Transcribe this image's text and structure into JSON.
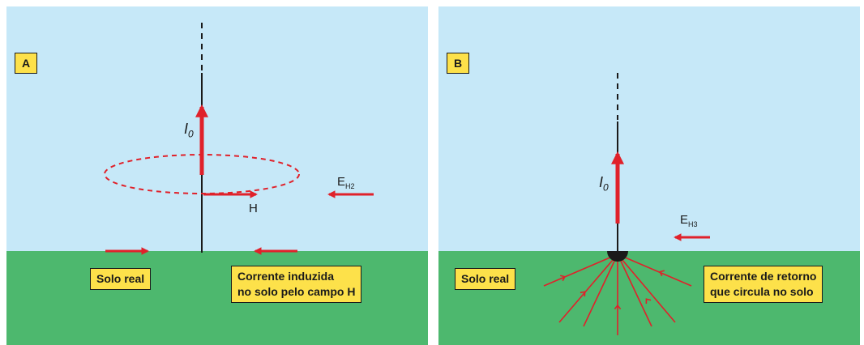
{
  "colors": {
    "sky": "#c6e8f8",
    "ground": "#4db86e",
    "arrow": "#e0212a",
    "wire": "#1a1a1a",
    "label_box": "#fde14a"
  },
  "panel_a": {
    "tag": "A",
    "current_label": "I",
    "current_sub": "0",
    "field_label": "H",
    "e_field_label": "E",
    "e_field_sub": "H2",
    "soil_label": "Solo real",
    "induced_line1": "Corrente induzida",
    "induced_line2": "no solo pelo campo H"
  },
  "panel_b": {
    "tag": "B",
    "current_label": "I",
    "current_sub": "0",
    "e_field_label": "E",
    "e_field_sub": "H3",
    "soil_label": "Solo real",
    "return_line1": "Corrente de retorno",
    "return_line2": "que circula no solo"
  }
}
